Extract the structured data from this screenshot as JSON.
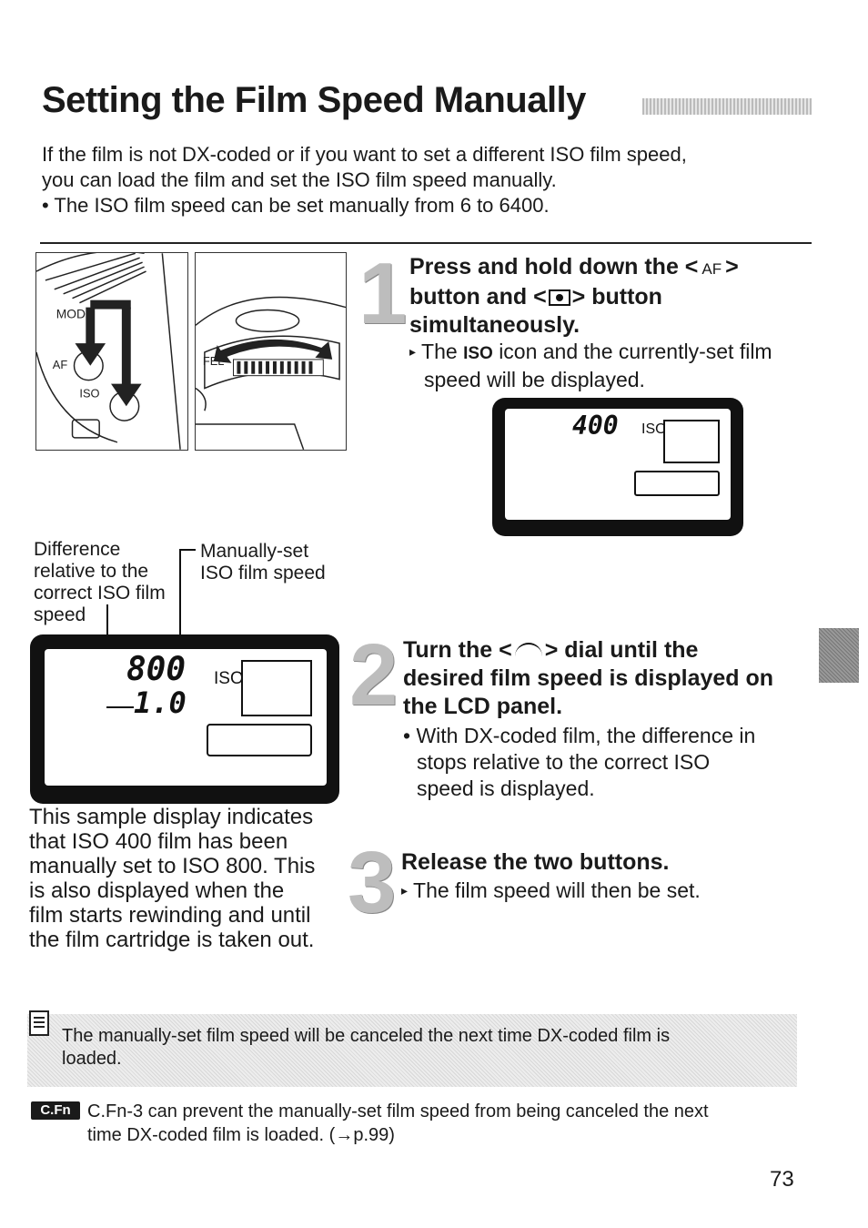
{
  "title": "Setting the Film Speed Manually",
  "intro": {
    "line1": "If the film is not DX-coded or if you want to set a different ISO film speed,",
    "line2": "you can load the film and set the ISO film speed manually.",
    "line3": "• The ISO film speed can be set manually from 6 to 6400."
  },
  "photos": {
    "left": {
      "mode_label": "MODE",
      "af_label": "AF",
      "iso_label": "ISO"
    },
    "right": {
      "fel_label": "FEL"
    }
  },
  "step1": {
    "number": "1",
    "title_line1_a": "Press and hold down the <",
    "title_line1_af": "AF",
    "title_line1_b": ">",
    "title_line2_a": "button and <",
    "title_line2_b": "> button",
    "title_line3": "simultaneously.",
    "bullet_a": "The",
    "bullet_iso": "ISO",
    "bullet_b": "icon and the currently-set film",
    "bullet_line2": "speed will be displayed.",
    "lcd_value": "400",
    "lcd_iso": "ISO"
  },
  "callouts": {
    "left_line1": "Difference",
    "left_line2": "relative to the",
    "left_line3": "correct ISO film",
    "left_line4": "speed",
    "right_line1": "Manually-set",
    "right_line2": "ISO film speed"
  },
  "lcd2": {
    "value": "800",
    "diff": "1.0",
    "iso": "ISO"
  },
  "caption": {
    "line1": "This sample display indicates",
    "line2": "that ISO 400 film has been",
    "line3": "manually set to ISO 800. This",
    "line4": "is also displayed when the",
    "line5": "film starts rewinding and until",
    "line6": "the film cartridge is taken out."
  },
  "step2": {
    "number": "2",
    "title_line1_a": "Turn the <",
    "title_line1_b": "> dial until the",
    "title_line2": "desired film speed is displayed on",
    "title_line3": "the LCD panel.",
    "bullet_line1": "• With DX-coded film, the difference in",
    "bullet_line2": "stops relative to the correct ISO",
    "bullet_line3": "speed is displayed."
  },
  "step3": {
    "number": "3",
    "title": "Release the two buttons.",
    "bullet": "The film speed will then be set."
  },
  "note": {
    "line1": "The manually-set film speed will be canceled the next time DX-coded film is",
    "line2": "loaded."
  },
  "cfn": {
    "badge": "C.Fn",
    "line1": "C.Fn-3 can prevent the manually-set film speed from being canceled the next",
    "line2": "time DX-coded film is loaded. (→p.99)"
  },
  "page_number": "73"
}
